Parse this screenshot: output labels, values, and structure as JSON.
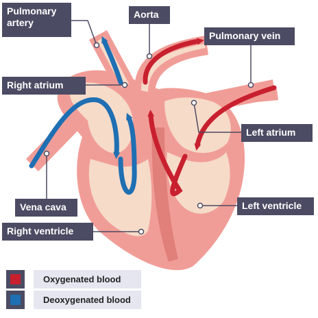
{
  "labels": {
    "pulmonary_artery": "Pulmonary artery",
    "aorta": "Aorta",
    "pulmonary_vein": "Pulmonary vein",
    "right_atrium": "Right atrium",
    "left_atrium": "Left atrium",
    "vena_cava": "Vena cava",
    "left_ventricle": "Left ventricle",
    "right_ventricle": "Right ventricle"
  },
  "legend": [
    {
      "label": "Oxygenated blood",
      "color": "#c8202e"
    },
    {
      "label": "Deoxygenated blood",
      "color": "#1f6fb3"
    }
  ],
  "colors": {
    "muscle": "#f19d97",
    "muscle_dark": "#e17f7a",
    "chamber": "#f6dbc9",
    "label_bg": "#4b4b63",
    "oxygenated": "#c8202e",
    "deoxygenated": "#1f6fb3"
  }
}
